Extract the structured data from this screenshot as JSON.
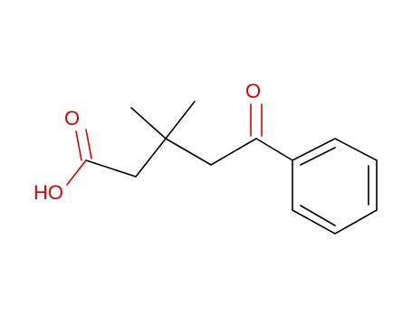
{
  "diagram": {
    "atoms": {
      "ketone_o": "O",
      "carbonyl_o": "O",
      "hydroxyl": "HO"
    },
    "colors": {
      "bond": "#000000",
      "heteroatom": "#e00000",
      "background": "#ffffff"
    }
  }
}
